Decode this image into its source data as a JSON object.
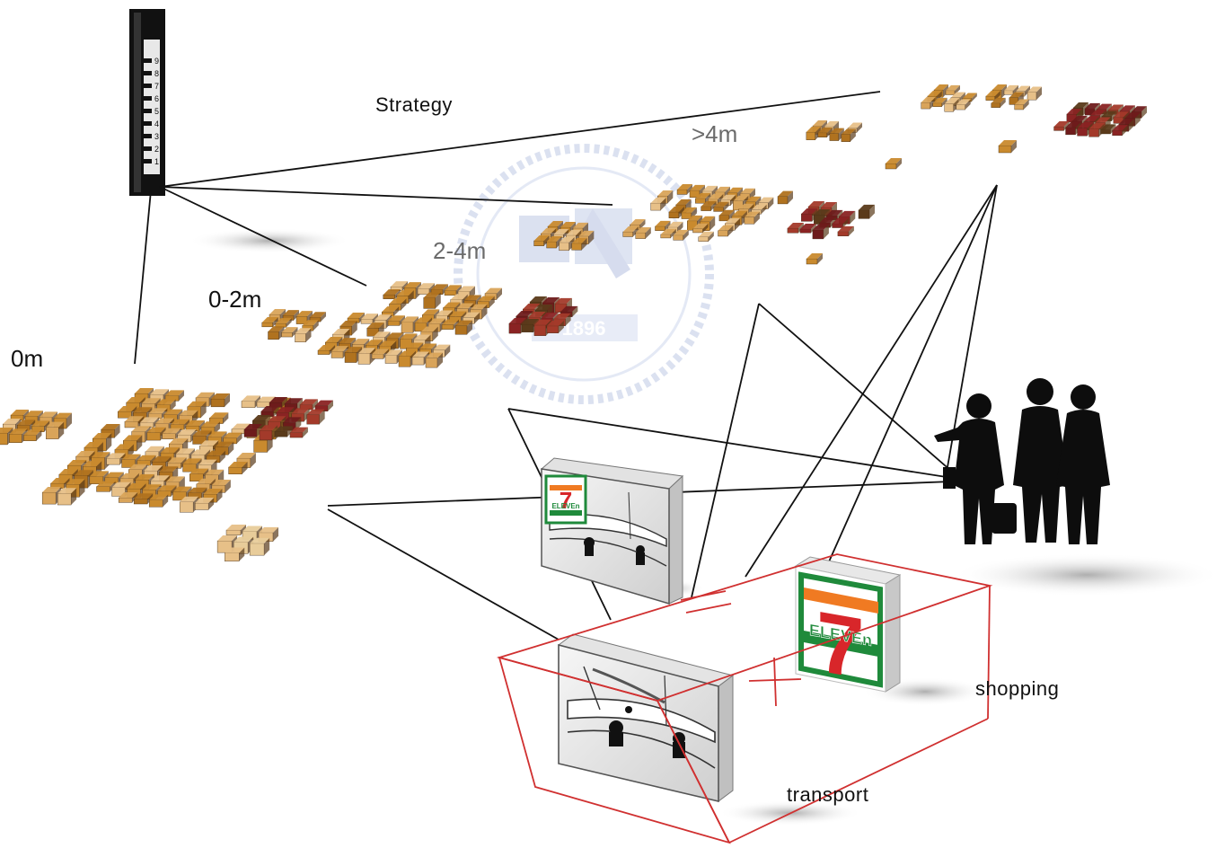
{
  "labels": {
    "strategy": "Strategy",
    "level_0": "0m",
    "level_0_2": "0-2m",
    "level_2_4": "2-4m",
    "level_4": ">4m",
    "shopping": "shopping",
    "transport": "transport"
  },
  "scale_ticks": [
    "9",
    "8",
    "7",
    "6",
    "5",
    "4",
    "3",
    "2",
    "1"
  ],
  "store_logo": {
    "numeral": "7",
    "word": "ELEVEn"
  },
  "watermark": {
    "year": "1896"
  },
  "colors": {
    "block_light": "#e7c088",
    "block_mid": "#c98a2e",
    "block_dark": "#5a3a1a",
    "block_red": "#8a2323",
    "box_outline": "#d03030",
    "lines": "#111111",
    "logo_green": "#1f8a3b",
    "logo_red": "#d8262a",
    "logo_orange": "#f07a22"
  },
  "icons": [
    "measuring-pole-icon",
    "people-silhouette-icon",
    "seven-eleven-logo-icon",
    "transit-screen-icon",
    "university-seal-watermark-icon"
  ]
}
